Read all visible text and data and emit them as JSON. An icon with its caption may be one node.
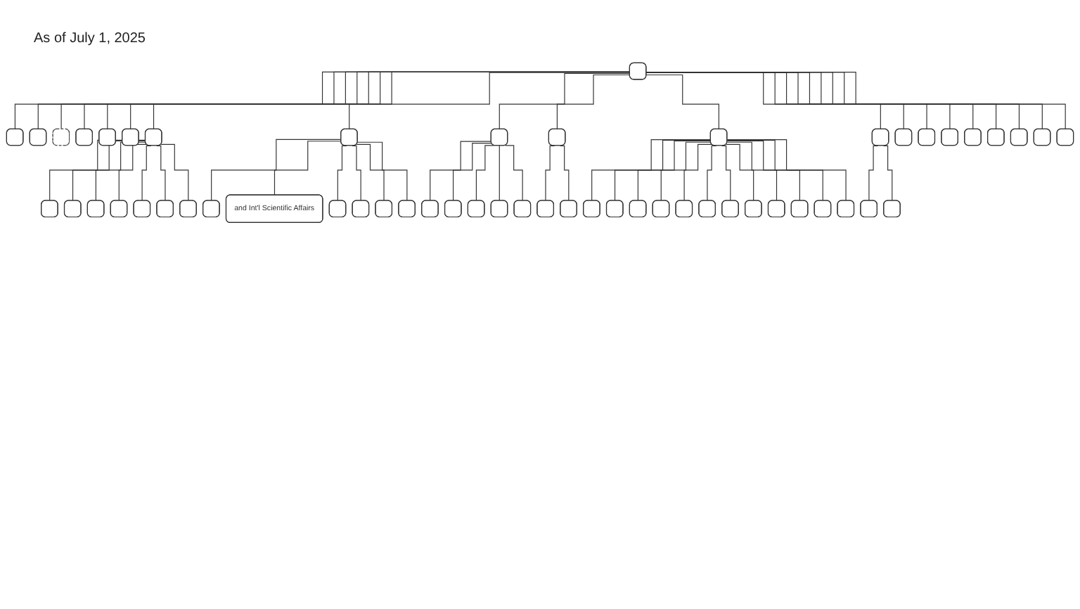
{
  "diagram": {
    "nodes": [
      {
        "text": [],
        "shape": "box"
      },
      {
        "text": [],
        "shape": "box"
      },
      {
        "text": [],
        "shape": "box"
      },
      {
        "text": [],
        "shape": "box"
      },
      {
        "text": [],
        "shape": "box"
      },
      {
        "text": [],
        "shape": "box"
      },
      {
        "text": [],
        "shape": "box"
      },
      {
        "text": [],
        "shape": "box"
      },
      {
        "text": [],
        "shape": "box"
      },
      {
        "text": [],
        "shape": "box"
      },
      {
        "text": [],
        "shape": "box"
      },
      {
        "text": [],
        "shape": "box"
      },
      {
        "text": [],
        "shape": "box"
      },
      {
        "text": [],
        "shape": "box"
      },
      {
        "text": [],
        "shape": "box"
      },
      {
        "text": [],
        "shape": "box"
      },
      {
        "text": [],
        "shape": "box"
      },
      {
        "text": [],
        "shape": "box"
      },
      {
        "text": [],
        "shape": "box"
      },
      {
        "text": [],
        "shape": "box"
      },
      {
        "text": [],
        "shape": "box"
      },
      {
        "text": [
          "and Int'l Scientific Affairs"
        ]
      },
      {
        "text": [],
        "shape": "box"
      },
      {
        "text": [],
        "shape": "box"
      },
      {
        "text": [],
        "shape": "box"
      },
      {
        "text": [],
        "shape": "box"
      },
      {
        "text": [],
        "shape": "box"
      },
      {
        "text": [],
        "shape": "box"
      },
      {
        "text": [],
        "shape": "box"
      },
      {
        "text": [],
        "shape": "box"
      },
      {
        "text": [],
        "shape": "box"
      },
      {
        "text": [],
        "shape": "box"
      },
      {
        "text": [],
        "shape": "box"
      },
      {
        "text": [],
        "shape": "box"
      },
      {
        "text": [],
        "shape": "box"
      },
      {
        "text": [],
        "shape": "box"
      },
      {
        "text": [],
        "shape": "box"
      },
      {
        "text": [],
        "shape": "box"
      },
      {
        "text": [],
        "shape": "box"
      },
      {
        "text": [],
        "shape": "box"
      },
      {
        "text": [],
        "shape": "box"
      },
      {
        "text": [],
        "shape": "box"
      },
      {
        "text": [],
        "shape": "box"
      },
      {
        "text": [],
        "shape": "box"
      },
      {
        "text": [],
        "shape": "box"
      },
      {
        "text": [],
        "shape": "box"
      },
      {
        "text": [],
        "shape": "box"
      },
      {
        "text": [],
        "shape": "box"
      },
      {
        "text": [],
        "shape": "box"
      },
      {
        "text": [],
        "shape": "box"
      },
      {
        "text": [],
        "shape": "box"
      },
      {
        "text": [],
        "shape": "box"
      },
      {
        "text": [],
        "shape": "box"
      },
      {
        "text": [],
        "shape": "box"
      },
      {
        "text": [],
        "shape": "box"
      }
    ],
    "edges": [
      {
        "from": 0,
        "to": 1,
        "arrow": "none"
      },
      {
        "from": 0,
        "to": 2,
        "arrow": "none"
      },
      {
        "from": 0,
        "to": 3,
        "arrow": "none"
      },
      {
        "from": 0,
        "to": 4,
        "arrow": "none"
      },
      {
        "from": 0,
        "to": 5,
        "arrow": "none"
      },
      {
        "from": 0,
        "to": 6,
        "arrow": "none"
      },
      {
        "from": 0,
        "to": 7,
        "arrow": "none"
      },
      {
        "from": 0,
        "to": 8,
        "arrow": "none"
      },
      {
        "from": 0,
        "to": 9,
        "arrow": "none"
      },
      {
        "from": 0,
        "to": 10,
        "arrow": "none"
      },
      {
        "from": 0,
        "to": 11,
        "arrow": "none"
      },
      {
        "from": 0,
        "to": 12,
        "arrow": "none"
      },
      {
        "from": 7,
        "to": 13,
        "arrow": "none"
      },
      {
        "from": 7,
        "to": 14,
        "arrow": "none"
      },
      {
        "from": 7,
        "to": 15,
        "arrow": "none"
      },
      {
        "from": 7,
        "to": 16,
        "arrow": "none"
      },
      {
        "from": 7,
        "to": 17,
        "arrow": "none"
      },
      {
        "from": 7,
        "to": 18,
        "arrow": "none"
      },
      {
        "from": 7,
        "to": 19,
        "arrow": "none"
      },
      {
        "from": 8,
        "to": 20,
        "arrow": "none"
      },
      {
        "from": 8,
        "to": 21,
        "arrow": "none"
      },
      {
        "from": 8,
        "to": 22,
        "arrow": "none"
      },
      {
        "from": 8,
        "to": 23,
        "arrow": "none"
      },
      {
        "from": 8,
        "to": 24,
        "arrow": "none"
      },
      {
        "from": 8,
        "to": 25,
        "arrow": "none"
      },
      {
        "from": 9,
        "to": 26,
        "arrow": "none"
      },
      {
        "from": 9,
        "to": 27,
        "arrow": "none"
      },
      {
        "from": 9,
        "to": 28,
        "arrow": "none"
      },
      {
        "from": 9,
        "to": 29,
        "arrow": "none"
      },
      {
        "from": 9,
        "to": 30,
        "arrow": "none"
      },
      {
        "from": 10,
        "to": 31,
        "arrow": "none"
      },
      {
        "from": 10,
        "to": 32,
        "arrow": "none"
      },
      {
        "from": 11,
        "to": 33,
        "arrow": "none"
      },
      {
        "from": 11,
        "to": 34,
        "arrow": "none"
      },
      {
        "from": 11,
        "to": 35,
        "arrow": "none"
      },
      {
        "from": 11,
        "to": 36,
        "arrow": "none"
      },
      {
        "from": 11,
        "to": 37,
        "arrow": "none"
      },
      {
        "from": 11,
        "to": 38,
        "arrow": "none"
      },
      {
        "from": 11,
        "to": 39,
        "arrow": "none"
      },
      {
        "from": 11,
        "to": 40,
        "arrow": "none"
      },
      {
        "from": 11,
        "to": 41,
        "arrow": "none"
      },
      {
        "from": 11,
        "to": 42,
        "arrow": "none"
      },
      {
        "from": 11,
        "to": 43,
        "arrow": "none"
      },
      {
        "from": 11,
        "to": 44,
        "arrow": "none"
      },
      {
        "from": 12,
        "to": 45,
        "arrow": "none"
      },
      {
        "from": 12,
        "to": 46,
        "arrow": "none"
      },
      {
        "from": 0,
        "to": 47,
        "arrow": "none"
      },
      {
        "from": 0,
        "to": 48,
        "arrow": "none"
      },
      {
        "from": 0,
        "to": 49,
        "arrow": "none"
      },
      {
        "from": 0,
        "to": 50,
        "arrow": "none"
      },
      {
        "from": 0,
        "to": 51,
        "arrow": "none"
      },
      {
        "from": 0,
        "to": 52,
        "arrow": "none"
      },
      {
        "from": 0,
        "to": 53,
        "arrow": "none"
      },
      {
        "from": 0,
        "to": 54,
        "arrow": "none"
      }
    ],
    "labels": [
      "As of July 1, 2025"
    ]
  }
}
